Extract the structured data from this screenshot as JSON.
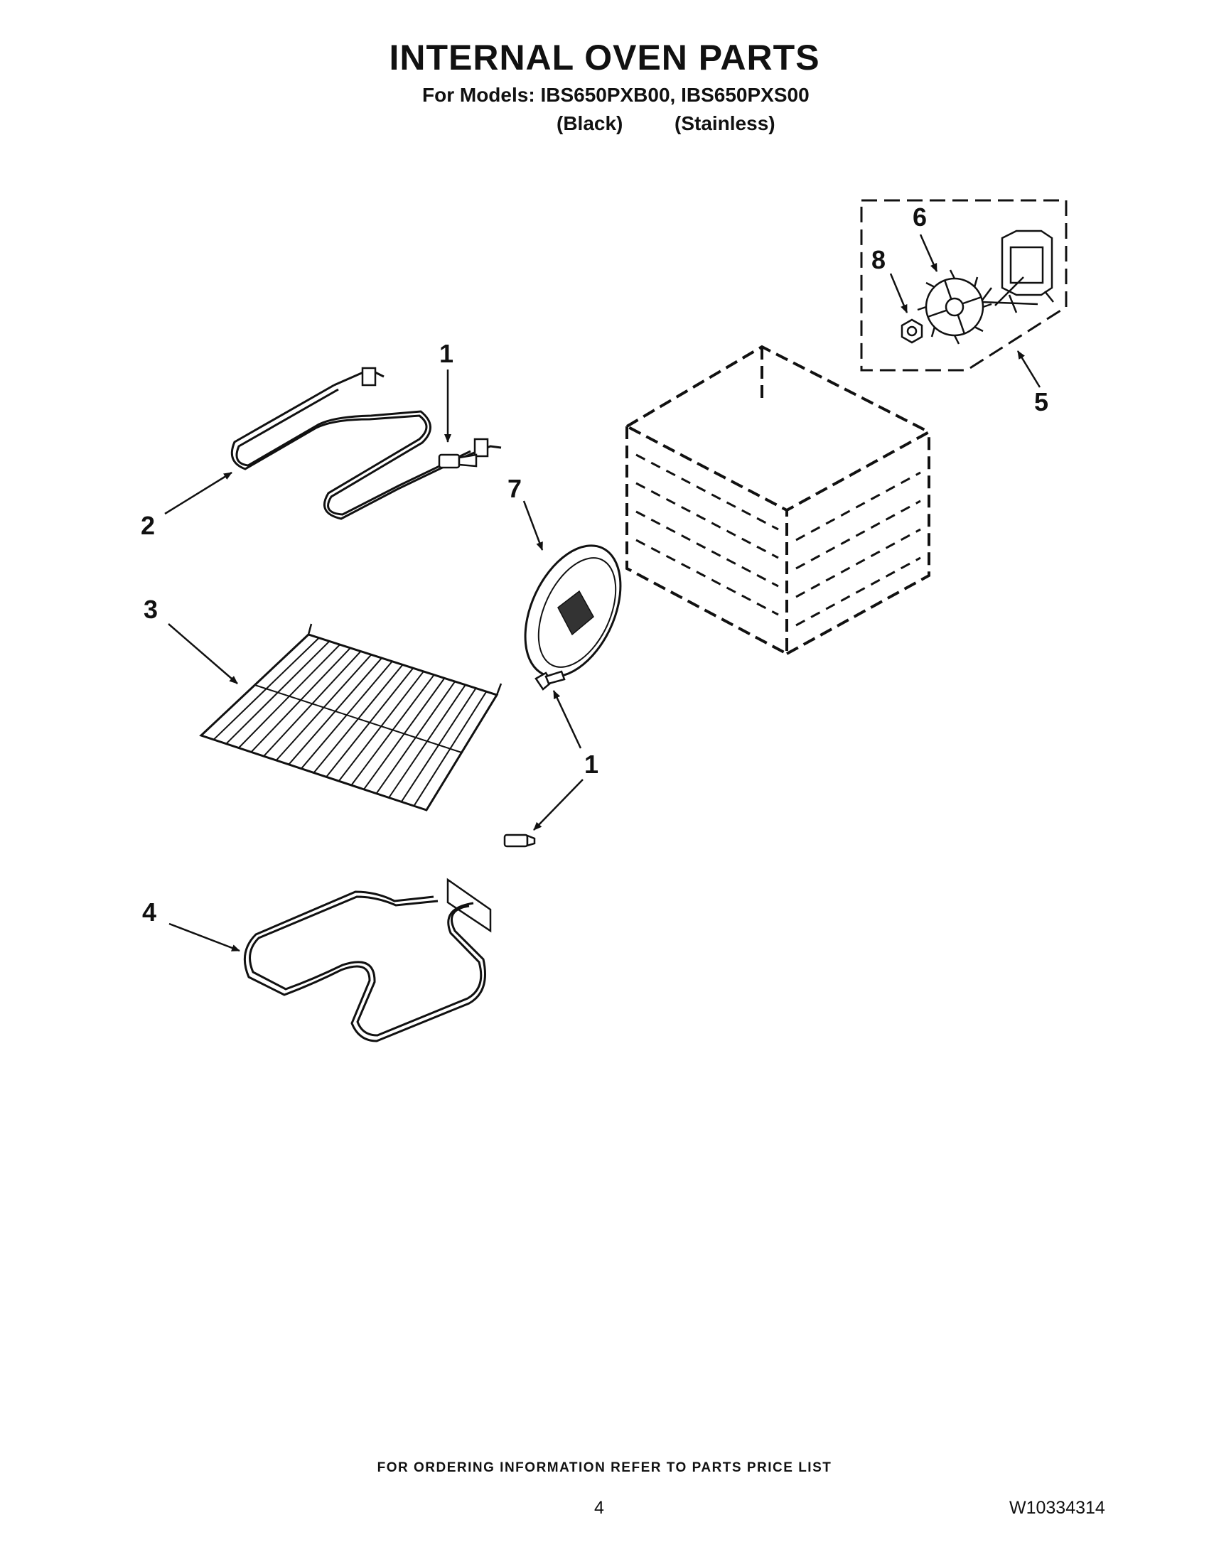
{
  "header": {
    "title": "INTERNAL OVEN PARTS",
    "models_line": "For Models: IBS650PXB00, IBS650PXS00",
    "variant_black": "(Black)",
    "variant_stainless": "(Stainless)"
  },
  "callouts": {
    "c1_top": "1",
    "c2": "2",
    "c3": "3",
    "c4": "4",
    "c5": "5",
    "c6": "6",
    "c7": "7",
    "c8": "8",
    "c1_bottom": "1"
  },
  "footer": {
    "ordering_note": "FOR ORDERING INFORMATION REFER TO PARTS PRICE LIST",
    "page_number": "4",
    "document_number": "W10334314"
  }
}
